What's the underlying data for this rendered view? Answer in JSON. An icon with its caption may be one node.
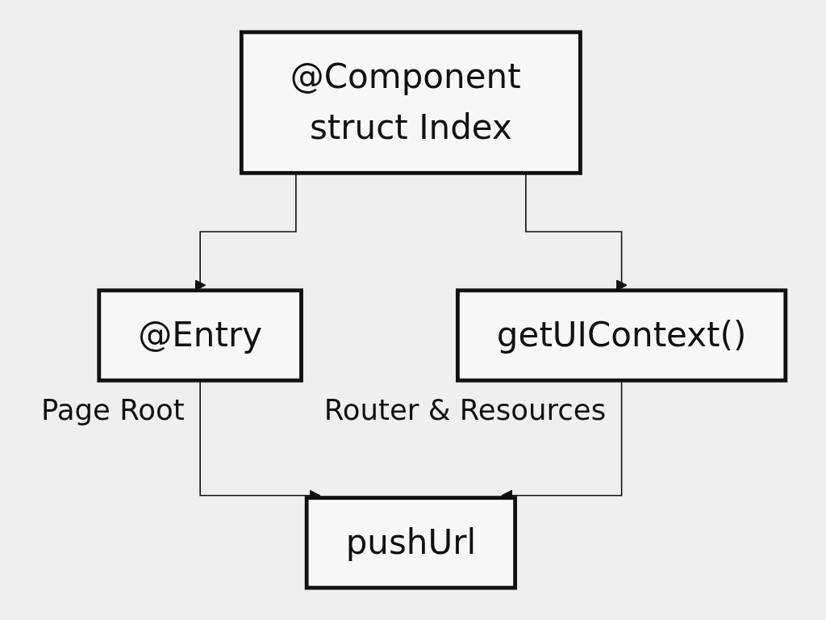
{
  "diagram": {
    "nodes": [
      {
        "text": [
          "@Component struct Index"
        ]
      },
      {
        "text": [
          "@Entry"
        ],
        "beside": [
          "Page Root"
        ]
      },
      {
        "text": [
          "getUIContext()"
        ],
        "beside": [
          "Router & Resources"
        ]
      },
      {
        "text": [
          "pushUrl"
        ]
      }
    ],
    "edges": [
      {
        "from": 0,
        "to": 1,
        "arrow": "to"
      },
      {
        "from": 0,
        "to": 2,
        "arrow": "to"
      },
      {
        "from": 1,
        "to": 3,
        "arrow": "to"
      },
      {
        "from": 2,
        "to": 3,
        "arrow": "to"
      }
    ]
  }
}
